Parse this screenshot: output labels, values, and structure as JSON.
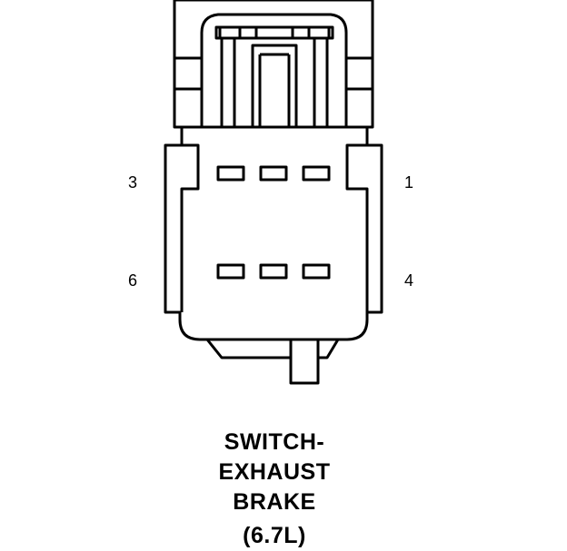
{
  "diagram": {
    "pin_labels": {
      "top_left": "3",
      "top_right": "1",
      "bottom_left": "6",
      "bottom_right": "4"
    },
    "caption": {
      "line1": "SWITCH-",
      "line2": "EXHAUST",
      "line3": "BRAKE",
      "line4": "(6.7L)"
    },
    "colors": {
      "stroke": "#000000",
      "background": "#ffffff"
    }
  }
}
